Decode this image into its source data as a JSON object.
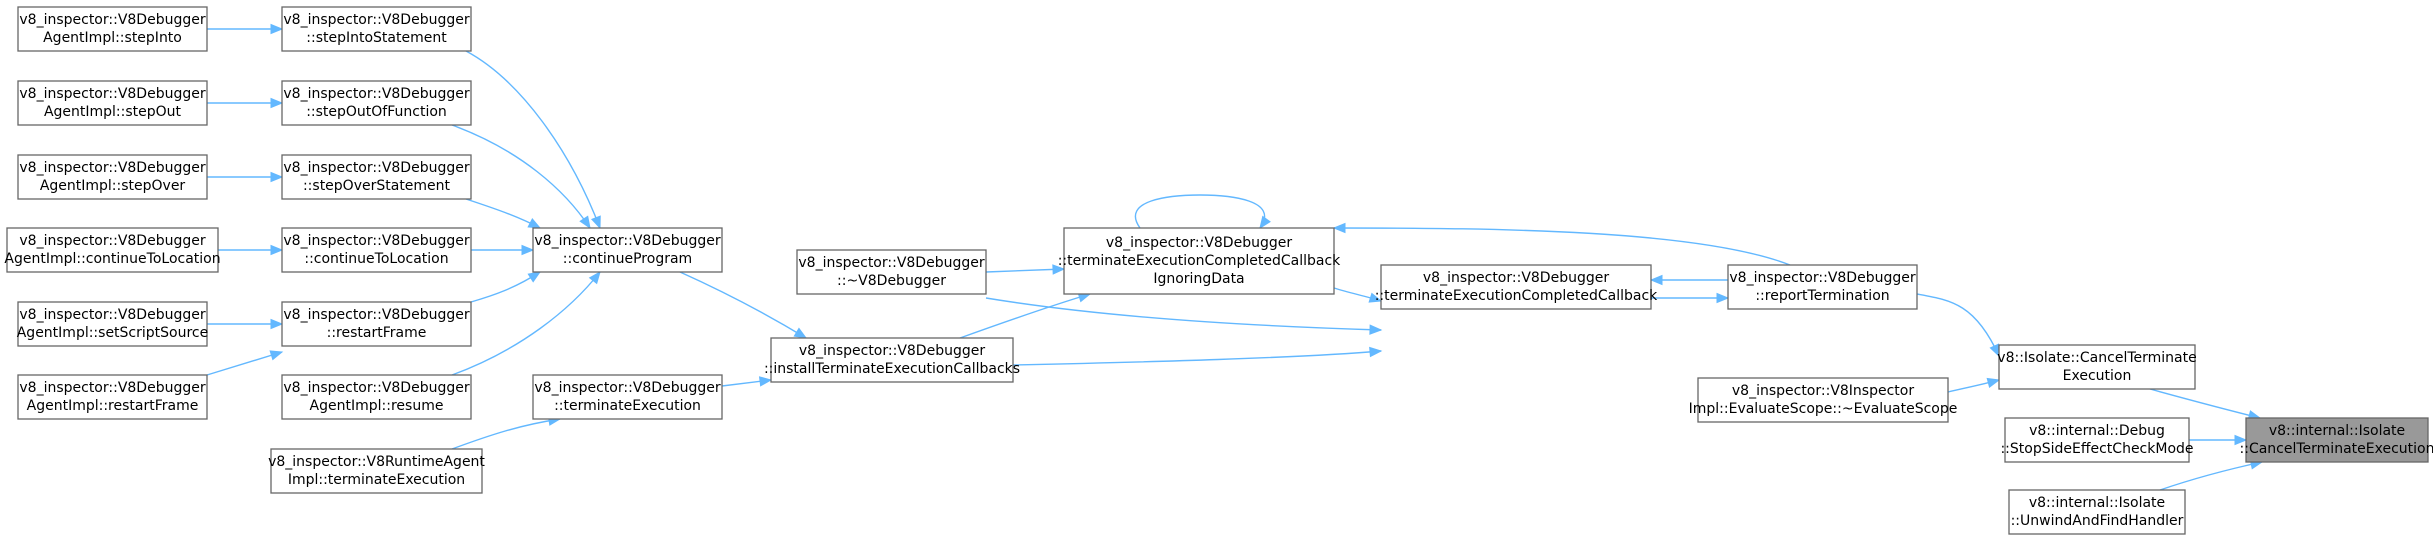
{
  "graph": {
    "colors": {
      "edge": "#63b8ff",
      "node_border": "#666666",
      "focus_fill": "#999999"
    },
    "nodes": [
      {
        "id": "n_stepInto_a",
        "lines": [
          "v8_inspector::V8Debugger",
          "AgentImpl::stepInto"
        ]
      },
      {
        "id": "n_stepOut_a",
        "lines": [
          "v8_inspector::V8Debugger",
          "AgentImpl::stepOut"
        ]
      },
      {
        "id": "n_stepOver_a",
        "lines": [
          "v8_inspector::V8Debugger",
          "AgentImpl::stepOver"
        ]
      },
      {
        "id": "n_continueToLocation_a",
        "lines": [
          "v8_inspector::V8Debugger",
          "AgentImpl::continueToLocation"
        ]
      },
      {
        "id": "n_setScriptSource_a",
        "lines": [
          "v8_inspector::V8Debugger",
          "AgentImpl::setScriptSource"
        ]
      },
      {
        "id": "n_restartFrame_a",
        "lines": [
          "v8_inspector::V8Debugger",
          "AgentImpl::restartFrame"
        ]
      },
      {
        "id": "n_stepIntoStatement",
        "lines": [
          "v8_inspector::V8Debugger",
          "::stepIntoStatement"
        ]
      },
      {
        "id": "n_stepOutOfFunction",
        "lines": [
          "v8_inspector::V8Debugger",
          "::stepOutOfFunction"
        ]
      },
      {
        "id": "n_stepOverStatement",
        "lines": [
          "v8_inspector::V8Debugger",
          "::stepOverStatement"
        ]
      },
      {
        "id": "n_continueToLocation",
        "lines": [
          "v8_inspector::V8Debugger",
          "::continueToLocation"
        ]
      },
      {
        "id": "n_restartFrame",
        "lines": [
          "v8_inspector::V8Debugger",
          "::restartFrame"
        ]
      },
      {
        "id": "n_resume_a",
        "lines": [
          "v8_inspector::V8Debugger",
          "AgentImpl::resume"
        ]
      },
      {
        "id": "n_runtime_terminate",
        "lines": [
          "v8_inspector::V8RuntimeAgent",
          "Impl::terminateExecution"
        ]
      },
      {
        "id": "n_continueProgram",
        "lines": [
          "v8_inspector::V8Debugger",
          "::continueProgram"
        ]
      },
      {
        "id": "n_terminateExecution",
        "lines": [
          "v8_inspector::V8Debugger",
          "::terminateExecution"
        ]
      },
      {
        "id": "n_dtor",
        "lines": [
          "v8_inspector::V8Debugger",
          "::~V8Debugger"
        ]
      },
      {
        "id": "n_installCallbacks",
        "lines": [
          "v8_inspector::V8Debugger",
          "::installTerminateExecutionCallbacks"
        ]
      },
      {
        "id": "n_tecIgnoring",
        "lines": [
          "v8_inspector::V8Debugger",
          "::terminateExecutionCompletedCallback",
          "IgnoringData"
        ]
      },
      {
        "id": "n_tec",
        "lines": [
          "v8_inspector::V8Debugger",
          "::terminateExecutionCompletedCallback"
        ]
      },
      {
        "id": "n_reportTermination",
        "lines": [
          "v8_inspector::V8Debugger",
          "::reportTermination"
        ]
      },
      {
        "id": "n_evaluateScope",
        "lines": [
          "v8_inspector::V8Inspector",
          "Impl::EvaluateScope::~EvaluateScope"
        ]
      },
      {
        "id": "n_isolateCancel",
        "lines": [
          "v8::Isolate::CancelTerminate",
          "Execution"
        ]
      },
      {
        "id": "n_stopSideEffect",
        "lines": [
          "v8::internal::Debug",
          "::StopSideEffectCheckMode"
        ]
      },
      {
        "id": "n_unwind",
        "lines": [
          "v8::internal::Isolate",
          "::UnwindAndFindHandler"
        ]
      },
      {
        "id": "n_focus",
        "lines": [
          "v8::internal::Isolate",
          "::CancelTerminateExecution"
        ],
        "focus": true
      }
    ],
    "edges": [
      {
        "from": "n_stepInto_a",
        "to": "n_stepIntoStatement"
      },
      {
        "from": "n_stepOut_a",
        "to": "n_stepOutOfFunction"
      },
      {
        "from": "n_stepOver_a",
        "to": "n_stepOverStatement"
      },
      {
        "from": "n_continueToLocation_a",
        "to": "n_continueToLocation"
      },
      {
        "from": "n_setScriptSource_a",
        "to": "n_restartFrame"
      },
      {
        "from": "n_restartFrame_a",
        "to": "n_restartFrame"
      },
      {
        "from": "n_stepIntoStatement",
        "to": "n_continueProgram"
      },
      {
        "from": "n_stepOutOfFunction",
        "to": "n_continueProgram"
      },
      {
        "from": "n_stepOverStatement",
        "to": "n_continueProgram"
      },
      {
        "from": "n_continueToLocation",
        "to": "n_continueProgram"
      },
      {
        "from": "n_restartFrame",
        "to": "n_continueProgram"
      },
      {
        "from": "n_resume_a",
        "to": "n_continueProgram"
      },
      {
        "from": "n_runtime_terminate",
        "to": "n_terminateExecution"
      },
      {
        "from": "n_continueProgram",
        "to": "n_installCallbacks"
      },
      {
        "from": "n_terminateExecution",
        "to": "n_installCallbacks"
      },
      {
        "from": "n_installCallbacks",
        "to": "n_tecIgnoring"
      },
      {
        "from": "n_installCallbacks",
        "to": "n_tec"
      },
      {
        "from": "n_dtor",
        "to": "n_tecIgnoring"
      },
      {
        "from": "n_dtor",
        "to": "n_tec"
      },
      {
        "from": "n_tecIgnoring",
        "to": "n_tecIgnoring"
      },
      {
        "from": "n_tecIgnoring",
        "to": "n_tec"
      },
      {
        "from": "n_tec",
        "to": "n_reportTermination"
      },
      {
        "from": "n_reportTermination",
        "to": "n_tec"
      },
      {
        "from": "n_reportTermination",
        "to": "n_tecIgnoring"
      },
      {
        "from": "n_reportTermination",
        "to": "n_isolateCancel"
      },
      {
        "from": "n_evaluateScope",
        "to": "n_isolateCancel"
      },
      {
        "from": "n_isolateCancel",
        "to": "n_focus"
      },
      {
        "from": "n_stopSideEffect",
        "to": "n_focus"
      },
      {
        "from": "n_unwind",
        "to": "n_focus"
      }
    ]
  }
}
